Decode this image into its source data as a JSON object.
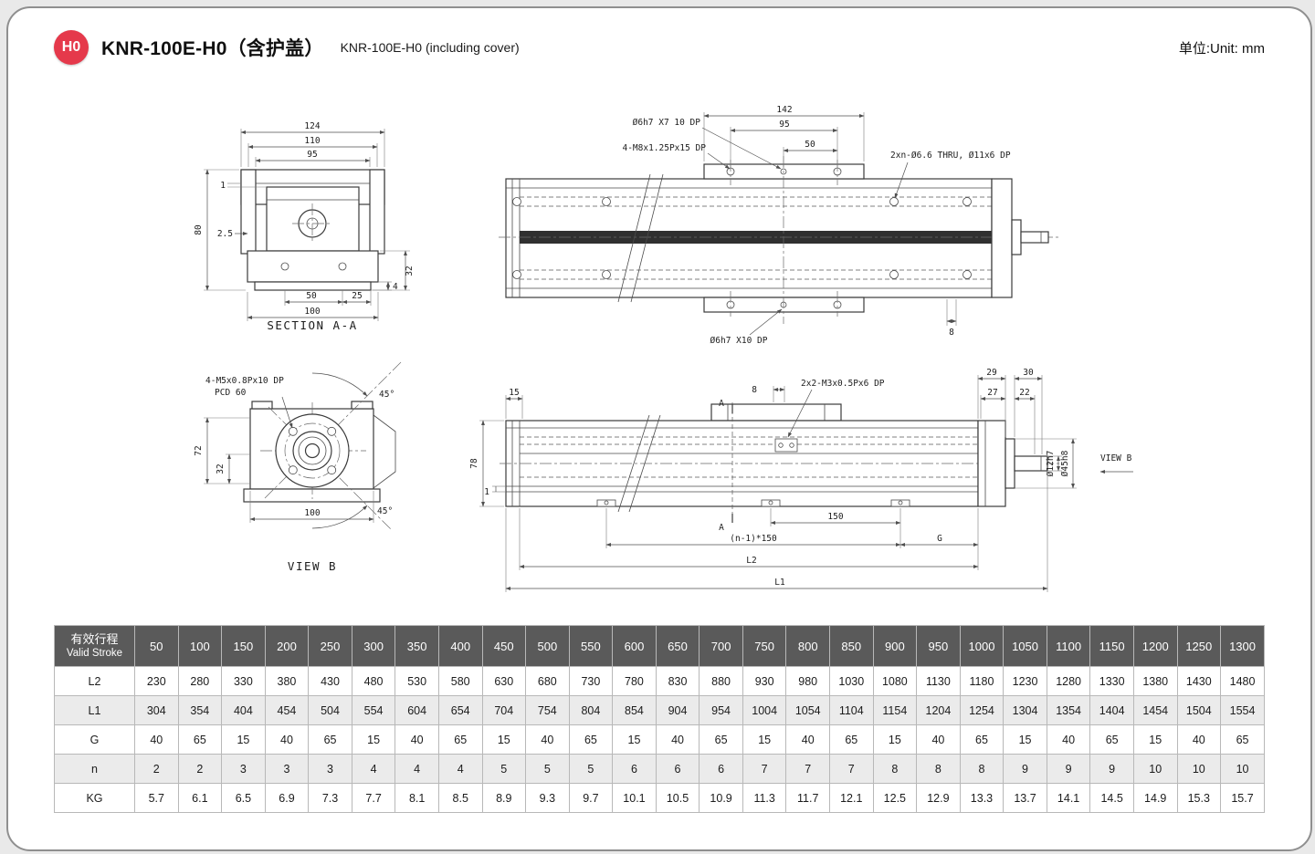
{
  "header": {
    "badge": "H0",
    "title": "KNR-100E-H0（含护盖）",
    "subtitle": "KNR-100E-H0 (including cover)",
    "unit": "单位:Unit: mm"
  },
  "drawings": {
    "section_aa": {
      "caption": "SECTION A-A",
      "d124": "124",
      "d110": "110",
      "d95": "95",
      "d80": "80",
      "d1": "1",
      "d2_5": "2.5",
      "d50": "50",
      "d25": "25",
      "d100": "100",
      "d4": "4",
      "d32": "32"
    },
    "plan_view": {
      "d142": "142",
      "d95": "95",
      "d50": "50",
      "d8": "8",
      "ann_pin_top": "Ø6h7 X7 10 DP",
      "ann_bolts": "4-M8x1.25Px15 DP",
      "ann_thru": "2xn-Ø6.6 THRU, Ø11x6 DP",
      "ann_pin_bottom": "Ø6h7 X10 DP"
    },
    "view_b": {
      "caption": "VIEW B",
      "ann_bolts": "4-M5x0.8Px10 DP",
      "ann_pcd": "PCD 60",
      "d72": "72",
      "d32": "32",
      "d100": "100",
      "a45_top": "45°",
      "a45_bottom": "45°"
    },
    "side_view": {
      "d8": "8",
      "ann_sensor": "2x2-M3x0.5Px6 DP",
      "d29": "29",
      "d30": "30",
      "d27": "27",
      "d22": "22",
      "d15": "15",
      "d78": "78",
      "d1": "1",
      "d150": "150",
      "dn150": "(n-1)*150",
      "dG": "G",
      "dL2": "L2",
      "dL1": "L1",
      "ann_shaft_dia": "Ø12h7",
      "ann_pilot_dia": "Ø45h8",
      "section_mark": "A",
      "view_b_label": "VIEW B"
    }
  },
  "table": {
    "header_label_cn": "有效行程",
    "header_label_en": "Valid Stroke",
    "strokes": [
      50,
      100,
      150,
      200,
      250,
      300,
      350,
      400,
      450,
      500,
      550,
      600,
      650,
      700,
      750,
      800,
      850,
      900,
      950,
      1000,
      1050,
      1100,
      1150,
      1200,
      1250,
      1300
    ],
    "rows": [
      {
        "label": "L2",
        "values": [
          230,
          280,
          330,
          380,
          430,
          480,
          530,
          580,
          630,
          680,
          730,
          780,
          830,
          880,
          930,
          980,
          1030,
          1080,
          1130,
          1180,
          1230,
          1280,
          1330,
          1380,
          1430,
          1480
        ]
      },
      {
        "label": "L1",
        "values": [
          304,
          354,
          404,
          454,
          504,
          554,
          604,
          654,
          704,
          754,
          804,
          854,
          904,
          954,
          1004,
          1054,
          1104,
          1154,
          1204,
          1254,
          1304,
          1354,
          1404,
          1454,
          1504,
          1554
        ]
      },
      {
        "label": "G",
        "values": [
          40,
          65,
          15,
          40,
          65,
          15,
          40,
          65,
          15,
          40,
          65,
          15,
          40,
          65,
          15,
          40,
          65,
          15,
          40,
          65,
          15,
          40,
          65,
          15,
          40,
          65
        ]
      },
      {
        "label": "n",
        "values": [
          2,
          2,
          3,
          3,
          3,
          4,
          4,
          4,
          5,
          5,
          5,
          6,
          6,
          6,
          7,
          7,
          7,
          8,
          8,
          8,
          9,
          9,
          9,
          10,
          10,
          10
        ]
      },
      {
        "label": "KG",
        "values": [
          5.7,
          6.1,
          6.5,
          6.9,
          7.3,
          7.7,
          8.1,
          8.5,
          8.9,
          9.3,
          9.7,
          10.1,
          10.5,
          10.9,
          11.3,
          11.7,
          12.1,
          12.5,
          12.9,
          13.3,
          13.7,
          14.1,
          14.5,
          14.9,
          15.3,
          15.7
        ]
      }
    ]
  }
}
